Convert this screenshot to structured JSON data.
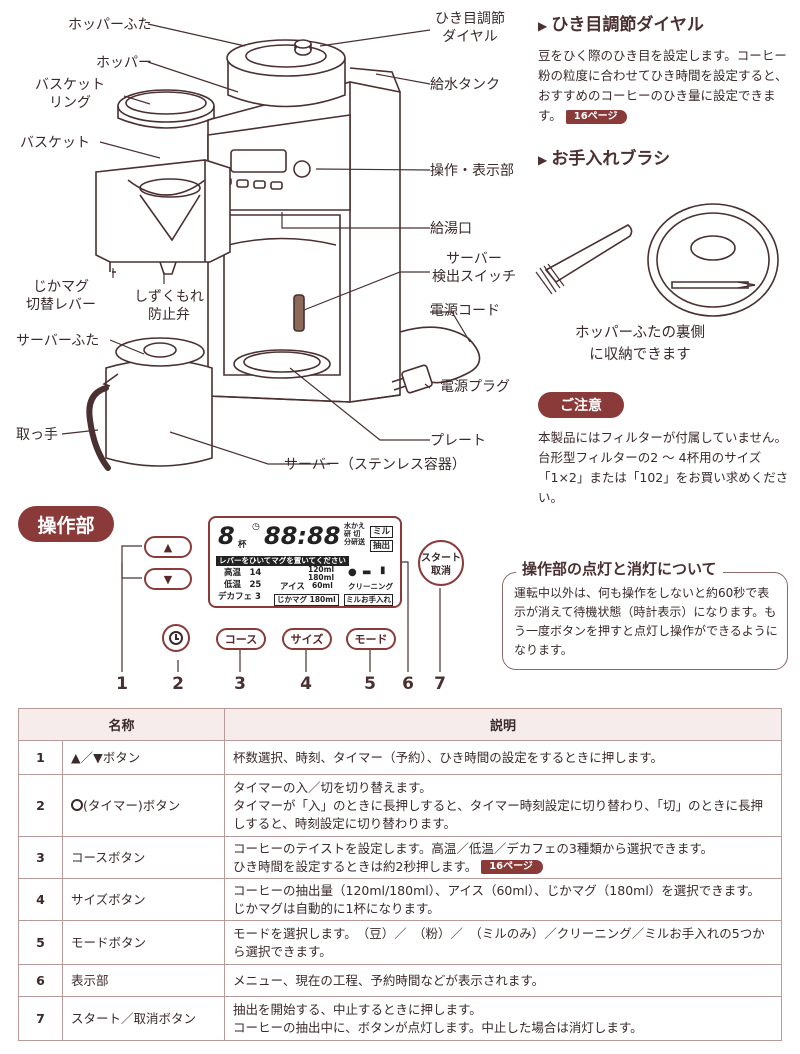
{
  "diagram_labels": {
    "hopper_lid": "ホッパーふた",
    "hopper": "ホッパー",
    "basket_ring": "バスケット\nリング",
    "basket": "バスケット",
    "jikamug_lever": "じかマグ\n切替レバー",
    "drip_stop_valve": "しずくもれ\n防止弁",
    "server_lid": "サーバーふた",
    "handle": "取っ手",
    "server": "サーバー（ステンレス容器）",
    "grind_dial": "ひき目調節\nダイヤル",
    "water_tank": "給水タンク",
    "control_panel": "操作・表示部",
    "spout": "給湯口",
    "server_switch": "サーバー\n検出スイッチ",
    "power_cord": "電源コード",
    "power_plug": "電源プラグ",
    "plate": "プレート"
  },
  "grind_section": {
    "heading": "ひき目調節ダイヤル",
    "text": "豆をひく際のひき目を設定します。コーヒー粉の粒度に合わせてひき時間を設定すると、おすすめのコーヒーのひき量に設定できます。",
    "page_ref": "16ページ"
  },
  "brush_section": {
    "heading": "お手入れブラシ",
    "caption": "ホッパーふたの裏側\nに収納できます"
  },
  "caution": {
    "title": "ご注意",
    "text": "本製品にはフィルターが付属していません。台形型フィルターの2 ～ 4杯用のサイズ「1×2」または「102」をお買い求めください。"
  },
  "panel": {
    "title": "操作部",
    "btn_up": "▲",
    "btn_down": "▼",
    "btn_course": "コース",
    "btn_size": "サイズ",
    "btn_mode": "モード",
    "btn_start": "スタート\n取消",
    "numbers": [
      "1",
      "2",
      "3",
      "4",
      "5",
      "6",
      "7"
    ],
    "lcd": {
      "cups_digit": "8",
      "cups_unit": "杯",
      "time": "88:88",
      "water_change": "水かえ",
      "grind_cut": "研 切",
      "separate": "分研送",
      "mill": "ミル",
      "extract": "抽出",
      "lever_msg": "レバーをひいてマグを置いてください",
      "high": "高温　14",
      "low": "低温　25",
      "decaf": "デカフェ 3",
      "ice": "アイス",
      "s120": "120ml",
      "s180": "180ml",
      "s60": "60ml",
      "jikamug": "じかマグ 180ml",
      "cleaning": "クリーニング",
      "mill_care": "ミルお手入れ"
    }
  },
  "lighting": {
    "title": "操作部の点灯と消灯について",
    "text": "運転中以外は、何も操作をしないと約60秒で表示が消えて待機状態（時計表示）になります。もう一度ボタンを押すと点灯し操作ができるようになります。"
  },
  "table": {
    "header_name": "名称",
    "header_desc": "説明",
    "rows": [
      {
        "n": "1",
        "name": "▲／▼ボタン",
        "desc": "杯数選択、時刻、タイマー（予約）、ひき時間の設定をするときに押します。"
      },
      {
        "n": "2",
        "name": "(タイマー)ボタン",
        "desc": "タイマーの入／切を切り替えます。\nタイマーが「入」のときに長押しすると、タイマー時刻設定に切り替わり、「切」のときに長押しすると、時刻設定に切り替わります。"
      },
      {
        "n": "3",
        "name": "コースボタン",
        "desc": "コーヒーのテイストを設定します。高温／低温／デカフェの3種類から選択できます。",
        "desc2": "ひき時間を設定するときは約2秒押します。",
        "page_ref": "16ページ"
      },
      {
        "n": "4",
        "name": "サイズボタン",
        "desc": "コーヒーの抽出量（120ml/180ml）、アイス（60ml）、じかマグ（180ml）を選択できます。\nじかマグは自動的に1杯になります。"
      },
      {
        "n": "5",
        "name": "モードボタン",
        "desc": "モードを選択します。　（豆）／　（粉）／　（ミルのみ）／クリーニング／ミルお手入れの5つから選択できます。"
      },
      {
        "n": "6",
        "name": "表示部",
        "desc": "メニュー、現在の工程、予約時間などが表示されます。"
      },
      {
        "n": "7",
        "name": "スタート／取消ボタン",
        "desc": "抽出を開始する、中止するときに押します。\nコーヒーの抽出中に、ボタンが点灯します。中止した場合は消灯します。"
      }
    ]
  },
  "colors": {
    "accent": "#8b3a3a",
    "line": "#4a3030",
    "badge_bg": "#8b3a3a"
  }
}
